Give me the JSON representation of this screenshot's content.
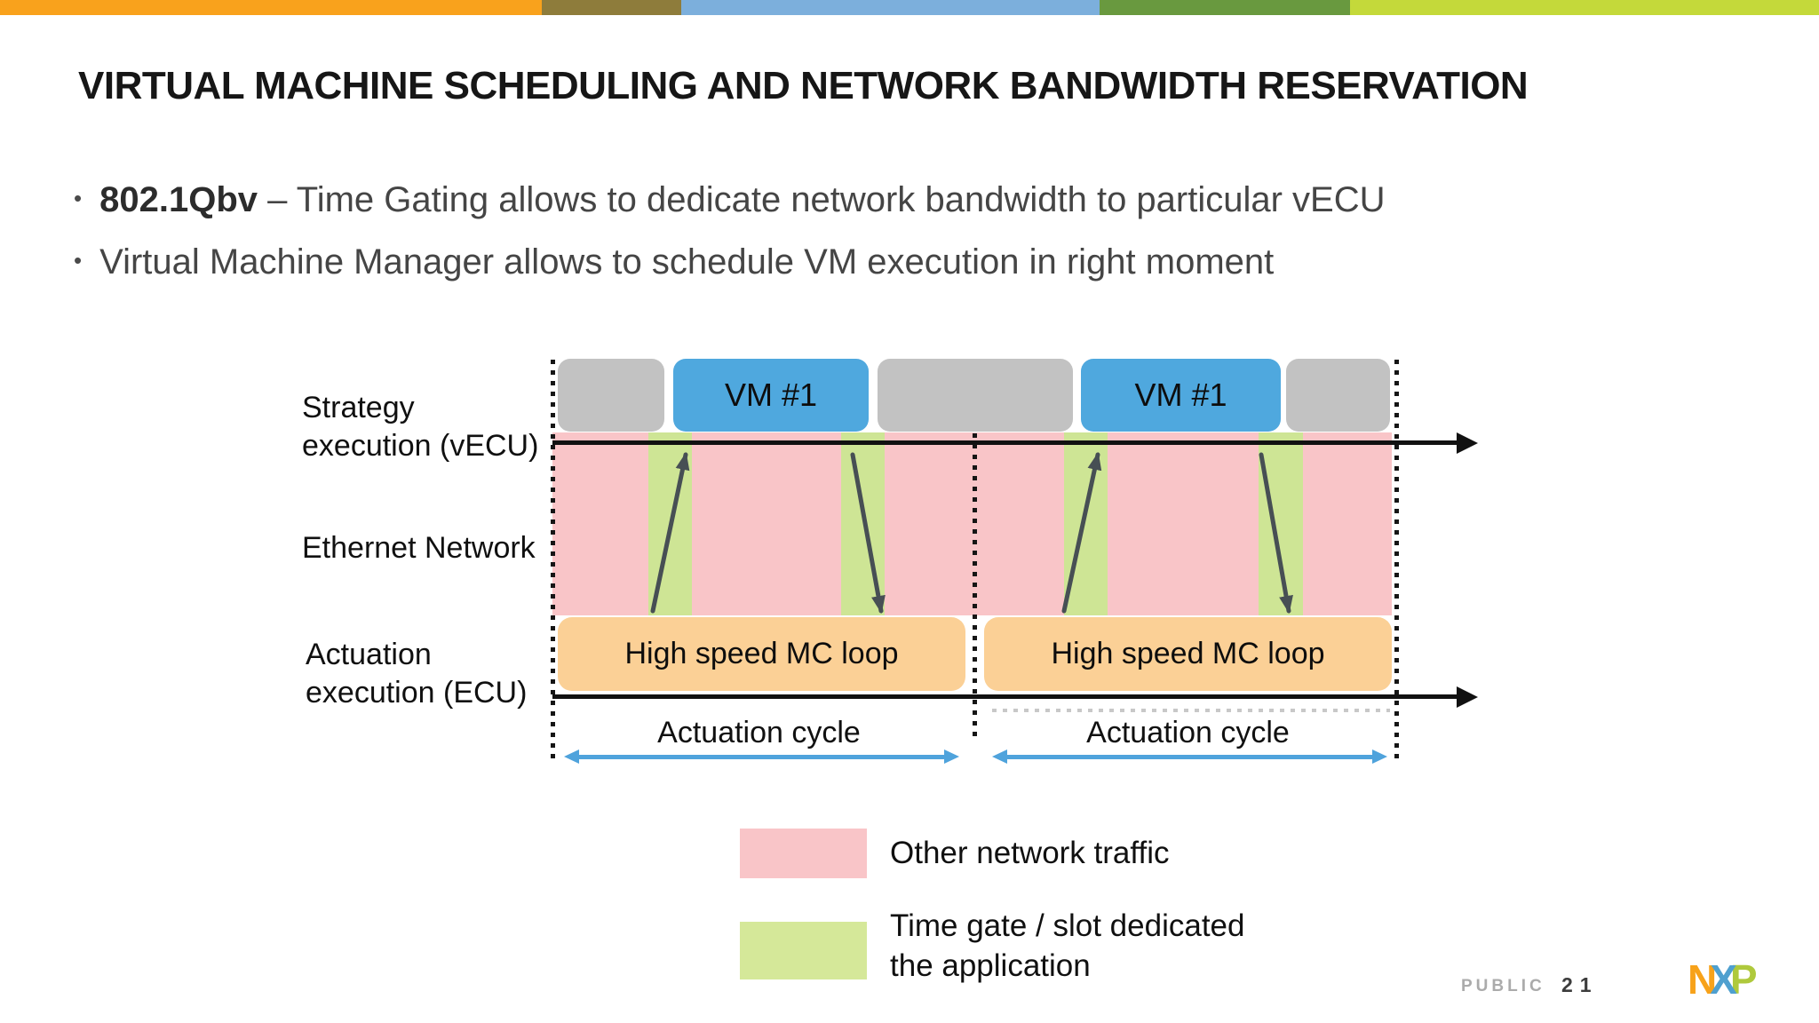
{
  "top_bar": {
    "segments": [
      {
        "name": "orange",
        "color": "#F9A21C"
      },
      {
        "name": "olive",
        "color": "#8E7C3B"
      },
      {
        "name": "blue",
        "color": "#7CAFDC"
      },
      {
        "name": "green",
        "color": "#69993F"
      },
      {
        "name": "lime",
        "color": "#C4D93A"
      }
    ]
  },
  "title": "VIRTUAL MACHINE SCHEDULING AND NETWORK BANDWIDTH RESERVATION",
  "bullets": [
    {
      "bold": "802.1Qbv",
      "text": " – Time Gating allows to dedicate network bandwidth to particular vECU"
    },
    {
      "bold": "",
      "text": "Virtual Machine Manager allows to schedule VM execution in right moment"
    }
  ],
  "diagram": {
    "labels": {
      "strategy_line1": "Strategy",
      "strategy_line2": "execution (vECU)",
      "ethernet": "Ethernet Network",
      "actuation_line1": "Actuation",
      "actuation_line2": "execution (ECU)"
    },
    "vm_box_label": "VM #1",
    "mc_loop_label": "High speed MC loop",
    "cycle_label_1": "Actuation cycle",
    "cycle_label_2": "Actuation cycle",
    "colors": {
      "vm_box": "#4FA8DE",
      "idle_box": "#C2C2C2",
      "other_traffic_band": "#F9C5C8",
      "time_gate_slot": "#CEE595",
      "mc_loop_box": "#FBD096",
      "timeline": "#111111",
      "transfer_arrow": "#474F54",
      "cycle_arrow": "#4FA3DC"
    }
  },
  "legend": {
    "items": [
      {
        "color": "#F9C5C8",
        "label": "Other network traffic"
      },
      {
        "color": "#D5E899",
        "label": "Time gate / slot dedicated the application"
      }
    ]
  },
  "footer": {
    "classification": "PUBLIC",
    "page_number": "21",
    "logo": {
      "letters": [
        "N",
        "X",
        "P"
      ],
      "colors": [
        "#F7A21A",
        "#4FA0CF",
        "#AFC93C"
      ]
    }
  }
}
